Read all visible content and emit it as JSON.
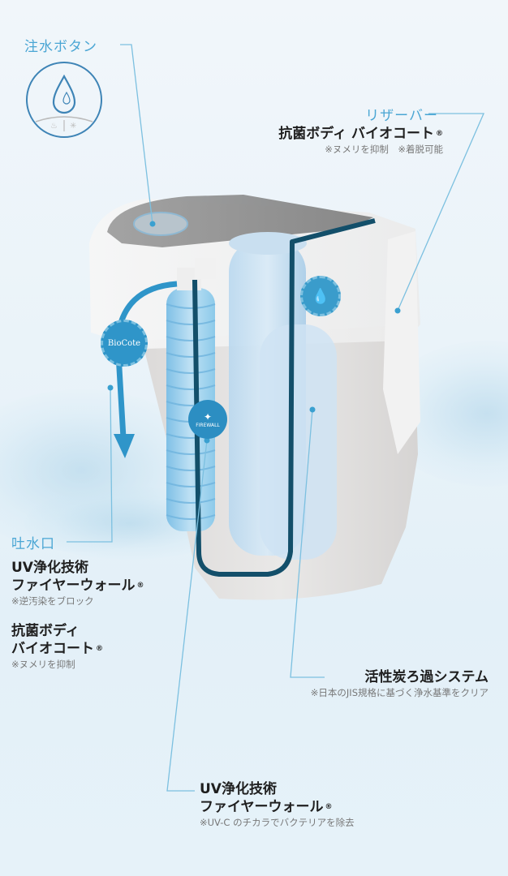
{
  "colors": {
    "accent_blue": "#4aa6d4",
    "flow_blue": "#2f95c9",
    "flow_dark": "#134f6a",
    "callout_line": "#7cc0e0",
    "text_dark": "#1f1f1f",
    "text_note": "#777777",
    "body_gray": "#e3e1e0",
    "lid_gray": "#8e8e8e"
  },
  "callouts": {
    "pour_button": {
      "label": "注水ボタン",
      "icon": "water-drop-icon",
      "icon_sub": [
        "hot-icon",
        "cold-icon"
      ]
    },
    "reservoir": {
      "label": "リザーバー",
      "title": "抗菌ボディ バイオコート",
      "reg": "®",
      "note": "※ヌメリを抑制　※着脱可能"
    },
    "spout": {
      "label": "吐水口",
      "items": [
        {
          "title_line1": "UV浄化技術",
          "title_line2": "ファイヤーウォール",
          "reg": "®",
          "note": "※逆汚染をブロック"
        },
        {
          "title_line1": "抗菌ボディ",
          "title_line2": "バイオコート",
          "reg": "®",
          "note": "※ヌメリを抑制"
        }
      ]
    },
    "carbon_filter": {
      "title": "活性炭ろ過システム",
      "note": "※日本のJIS規格に基づく浄水基準をクリア"
    },
    "uv_firewall": {
      "title_line1": "UV浄化技術",
      "title_line2": "ファイヤーウォール",
      "reg": "®",
      "note": "※UV-C のチカラでバクテリアを除去"
    }
  },
  "badges": {
    "biocote": "BioCote",
    "firewall": "FIREWALL"
  }
}
